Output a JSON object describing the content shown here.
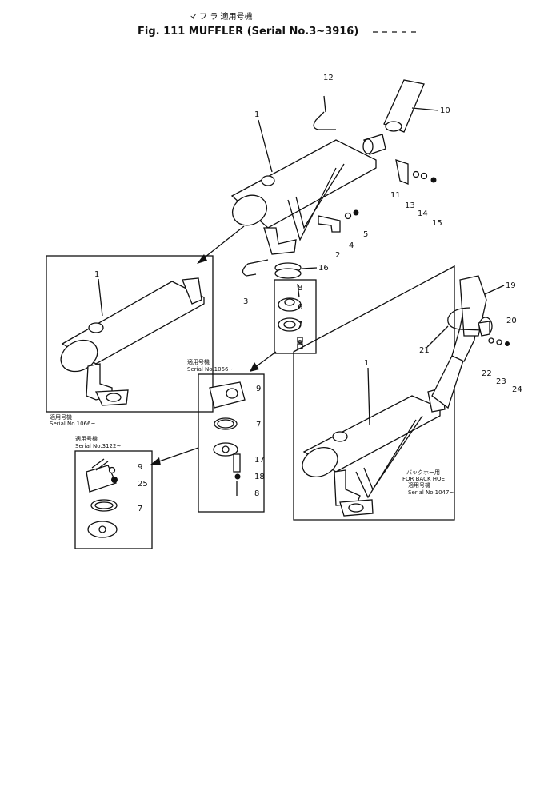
{
  "header": {
    "japanese_title": "マ フ ラ 適用号機",
    "title": "Fig. 111  MUFFLER (Serial No.3~3916)"
  },
  "callouts": {
    "c1": "1",
    "c2": "2",
    "c3": "3",
    "c4": "4",
    "c5": "5",
    "c6": "6",
    "c7": "7",
    "c8": "8",
    "c9": "9",
    "c10": "10",
    "c11": "11",
    "c12": "12",
    "c13": "13",
    "c14": "14",
    "c15": "15",
    "c16": "16",
    "c17": "17",
    "c18": "18",
    "c19": "19",
    "c20": "20",
    "c21": "21",
    "c22": "22",
    "c23": "23",
    "c24": "24",
    "c25": "25"
  },
  "inset_left": {
    "jp": "適用号機",
    "serial": "Serial No.1066~"
  },
  "inset_middle": {
    "jp": "適用号機",
    "serial": "Serial No.1066~"
  },
  "inset_small": {
    "jp": "適用号機",
    "serial": "Serial No.3122~"
  },
  "inset_right": {
    "jp1": "バックホー用",
    "en": "FOR BACK HOE",
    "jp2": "適用号機",
    "serial": "Serial No.1047~"
  }
}
